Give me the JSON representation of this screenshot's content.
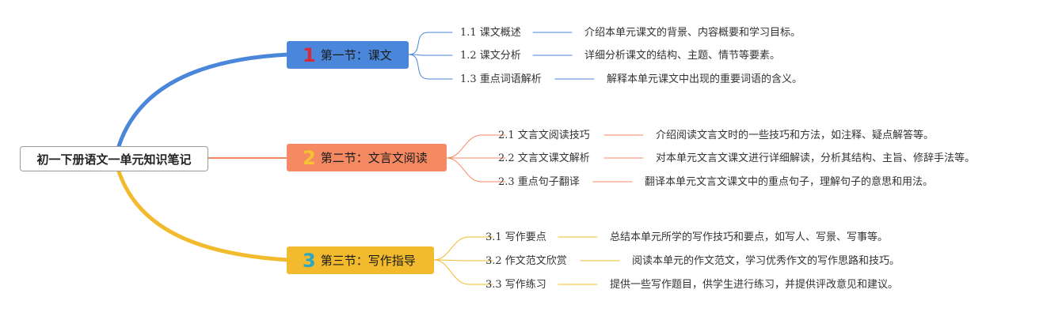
{
  "root": {
    "title": "初一下册语文一单元知识笔记"
  },
  "sections": [
    {
      "number": "1",
      "title": "第一节：课文",
      "color": "#4a87da",
      "numColor": "#d8283a",
      "items": [
        {
          "label": "1.1 课文概述",
          "desc": "介绍本单元课文的背景、内容概要和学习目标。"
        },
        {
          "label": "1.2 课文分析",
          "desc": "详细分析课文的结构、主题、情节等要素。"
        },
        {
          "label": "1.3 重点词语解析",
          "desc": "解释本单元课文中出现的重要词语的含义。"
        }
      ]
    },
    {
      "number": "2",
      "title": "第二节：文言文阅读",
      "color": "#f48962",
      "numColor": "#f5c231",
      "items": [
        {
          "label": "2.1 文言文阅读技巧",
          "desc": "介绍阅读文言文时的一些技巧和方法，如注释、疑点解答等。"
        },
        {
          "label": "2.2 文言文课文解析",
          "desc": "对本单元文言文课文进行详细解读，分析其结构、主旨、修辞手法等。"
        },
        {
          "label": "2.3 重点句子翻译",
          "desc": "翻译本单元文言文课文中的重点句子，理解句子的意思和用法。"
        }
      ]
    },
    {
      "number": "3",
      "title": "第三节：写作指导",
      "color": "#f2bb2e",
      "numColor": "#2aa8c6",
      "items": [
        {
          "label": "3.1 写作要点",
          "desc": "总结本单元所学的写作技巧和要点，如写人、写景、写事等。"
        },
        {
          "label": "3.2 作文范文欣赏",
          "desc": "阅读本单元的作文范文，学习优秀作文的写作思路和技巧。"
        },
        {
          "label": "3.3 写作练习",
          "desc": "提供一些写作题目，供学生进行练习，并提供评改意见和建议。"
        }
      ]
    }
  ]
}
